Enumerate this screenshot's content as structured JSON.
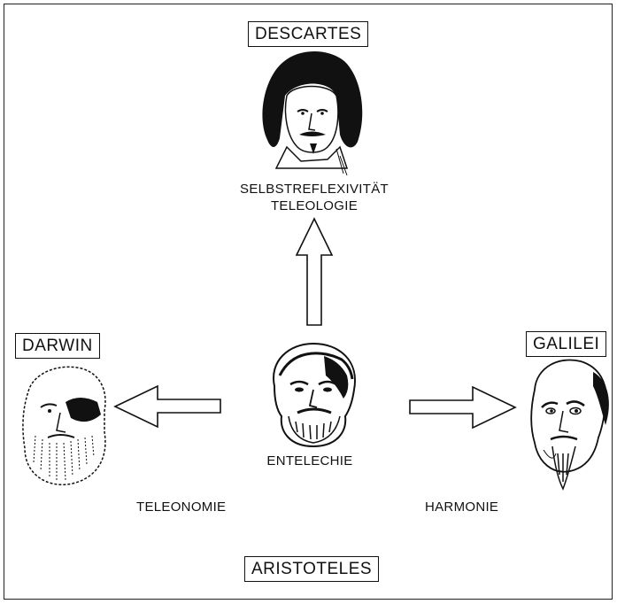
{
  "names": {
    "top": "DESCARTES",
    "left": "DARWIN",
    "right": "GALILEI",
    "bottom": "ARISTOTELES"
  },
  "concepts": {
    "top_line1": "SELBSTREFLEXIVITÄT",
    "top_line2": "TELEOLOGIE",
    "center": "ENTELECHIE",
    "left": "TELEONOMIE",
    "right": "HARMONIE"
  },
  "colors": {
    "ink": "#111111",
    "background": "#ffffff"
  }
}
